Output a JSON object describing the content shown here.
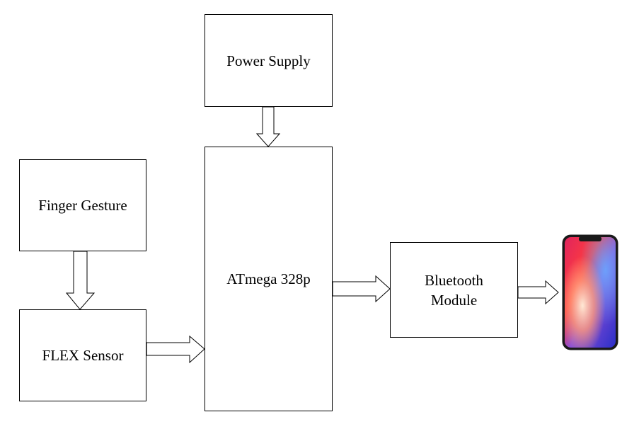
{
  "diagram": {
    "blocks": {
      "power_supply": "Power Supply",
      "finger_gesture": "Finger Gesture",
      "flex_sensor": "FLEX Sensor",
      "microcontroller": "ATmega 328p",
      "bluetooth_module": "Bluetooth\nModule"
    },
    "connections": [
      {
        "from": "power_supply",
        "to": "microcontroller"
      },
      {
        "from": "finger_gesture",
        "to": "flex_sensor"
      },
      {
        "from": "flex_sensor",
        "to": "microcontroller"
      },
      {
        "from": "microcontroller",
        "to": "bluetooth_module"
      },
      {
        "from": "bluetooth_module",
        "to": "smartphone"
      }
    ],
    "end_device_icon": "smartphone-icon",
    "colors": {
      "stroke": "#000000",
      "fill": "#ffffff"
    }
  }
}
